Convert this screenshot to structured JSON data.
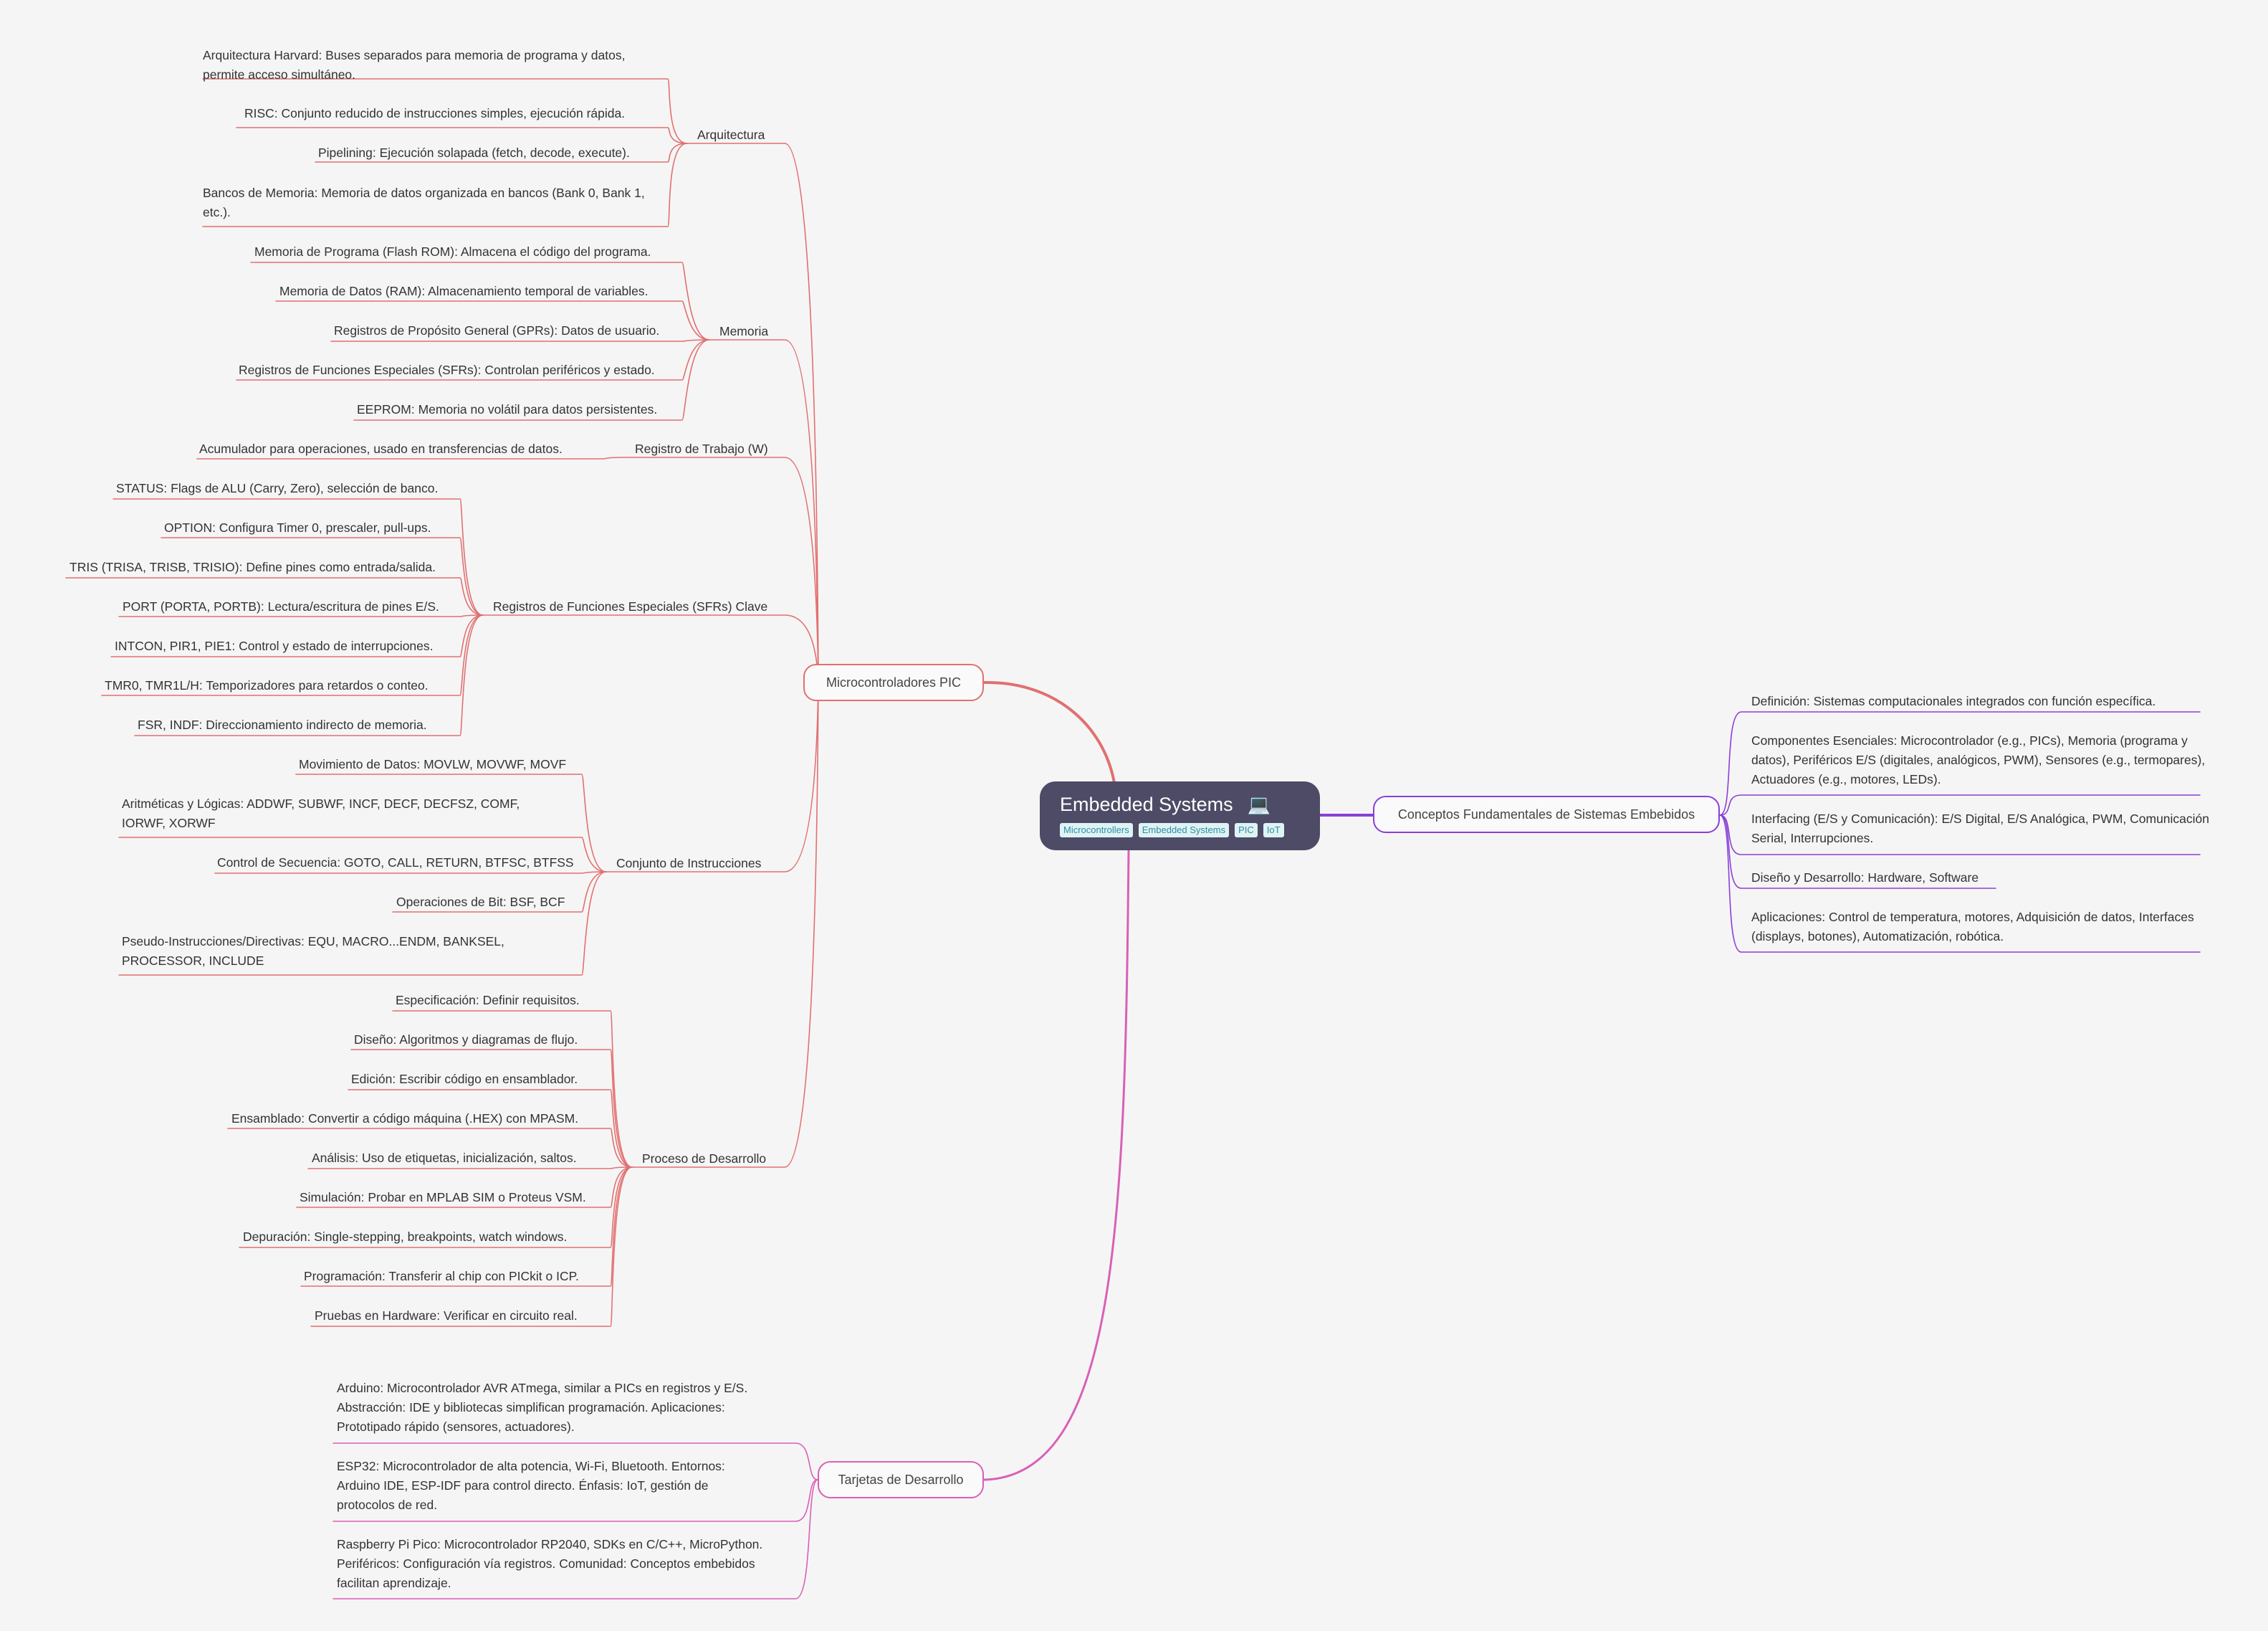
{
  "root": {
    "title": "Embedded Systems",
    "icon": "laptop-icon",
    "tags": [
      "Microcontrollers",
      "Embedded Systems",
      "PIC",
      "IoT"
    ]
  },
  "colors": {
    "root_bg": "#4d4b66",
    "pic_branch": "#e07070",
    "conceptos_branch": "#8a3fd8",
    "tarjetas_branch": "#d860b8",
    "tag_bg": "#dff3f5",
    "tag_text": "#2e8fa3",
    "background": "#f6f5f5"
  },
  "conceptos": {
    "label": "Conceptos Fundamentales de Sistemas Embebidos",
    "items": [
      "Definición: Sistemas computacionales integrados con función específica.",
      "Componentes Esenciales: Microcontrolador (e.g., PICs), Memoria (programa y datos), Periféricos E/S (digitales, analógicos, PWM), Sensores (e.g., termopares), Actuadores (e.g., motores, LEDs).",
      "Interfacing (E/S y Comunicación): E/S Digital, E/S Analógica, PWM, Comunicación Serial, Interrupciones.",
      "Diseño y Desarrollo: Hardware, Software",
      "Aplicaciones: Control de temperatura, motores, Adquisición de datos, Interfaces (displays, botones), Automatización, robótica."
    ]
  },
  "pic": {
    "label": "Microcontroladores PIC",
    "groups": {
      "arquitectura": {
        "label": "Arquitectura",
        "items": [
          "Arquitectura Harvard: Buses separados para memoria de programa y datos, permite acceso simultáneo.",
          "RISC: Conjunto reducido de instrucciones simples, ejecución rápida.",
          "Pipelining: Ejecución solapada (fetch, decode, execute).",
          "Bancos de Memoria: Memoria de datos organizada en bancos (Bank 0, Bank 1, etc.)."
        ]
      },
      "memoria": {
        "label": "Memoria",
        "items": [
          "Memoria de Programa (Flash ROM): Almacena el código del programa.",
          "Memoria de Datos (RAM): Almacenamiento temporal de variables.",
          "Registros de Propósito General (GPRs): Datos de usuario.",
          "Registros de Funciones Especiales (SFRs): Controlan periféricos y estado.",
          "EEPROM: Memoria no volátil para datos persistentes."
        ]
      },
      "registro": {
        "label": "Registro de Trabajo (W)",
        "items": [
          "Acumulador para operaciones, usado en transferencias de datos."
        ]
      },
      "sfrs": {
        "label": "Registros de Funciones Especiales (SFRs) Clave",
        "items": [
          "STATUS: Flags de ALU (Carry, Zero), selección de banco.",
          "OPTION: Configura Timer 0, prescaler, pull-ups.",
          "TRIS (TRISA, TRISB, TRISIO): Define pines como entrada/salida.",
          "PORT (PORTA, PORTB): Lectura/escritura de pines E/S.",
          "INTCON, PIR1, PIE1: Control y estado de interrupciones.",
          "TMR0, TMR1L/H: Temporizadores para retardos o conteo.",
          "FSR, INDF: Direccionamiento indirecto de memoria."
        ]
      },
      "instrucciones": {
        "label": "Conjunto de Instrucciones",
        "items": [
          "Movimiento de Datos: MOVLW, MOVWF, MOVF",
          "Aritméticas y Lógicas: ADDWF, SUBWF, INCF, DECF, DECFSZ, COMF, IORWF, XORWF",
          "Control de Secuencia: GOTO, CALL, RETURN, BTFSC, BTFSS",
          "Operaciones de Bit: BSF, BCF",
          "Pseudo-Instrucciones/Directivas: EQU, MACRO...ENDM, BANKSEL, PROCESSOR, INCLUDE"
        ]
      },
      "proceso": {
        "label": "Proceso de Desarrollo",
        "items": [
          "Especificación: Definir requisitos.",
          "Diseño: Algoritmos y diagramas de flujo.",
          "Edición: Escribir código en ensamblador.",
          "Ensamblado: Convertir a código máquina (.HEX) con MPASM.",
          "Análisis: Uso de etiquetas, inicialización, saltos.",
          "Simulación: Probar en MPLAB SIM o Proteus VSM.",
          "Depuración: Single-stepping, breakpoints, watch windows.",
          "Programación: Transferir al chip con PICkit o ICP.",
          "Pruebas en Hardware: Verificar en circuito real."
        ]
      }
    }
  },
  "tarjetas": {
    "label": "Tarjetas de Desarrollo",
    "items": [
      "Arduino: Microcontrolador AVR ATmega, similar a PICs en registros y E/S. Abstracción: IDE y bibliotecas simplifican programación. Aplicaciones: Prototipado rápido (sensores, actuadores).",
      "ESP32: Microcontrolador de alta potencia, Wi-Fi, Bluetooth. Entornos: Arduino IDE, ESP-IDF para control directo. Énfasis: IoT, gestión de protocolos de red.",
      "Raspberry Pi Pico: Microcontrolador RP2040, SDKs en C/C++, MicroPython. Periféricos: Configuración vía registros. Comunidad: Conceptos embebidos facilitan aprendizaje."
    ]
  }
}
